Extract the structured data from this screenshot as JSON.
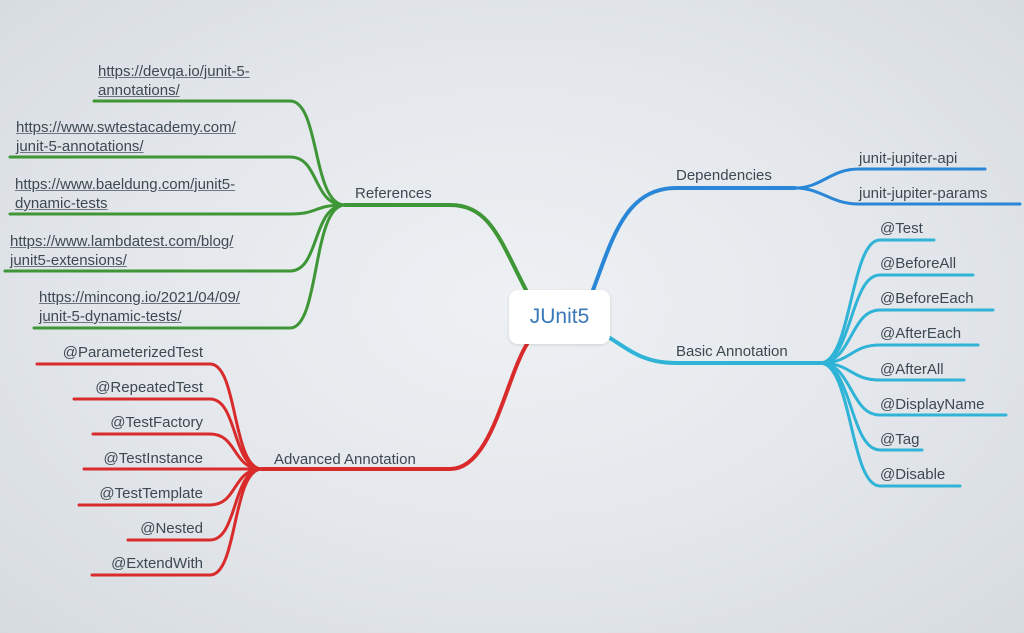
{
  "root": {
    "label": "JUnit5"
  },
  "branches": {
    "dependencies": {
      "label": "Dependencies",
      "color": "#2a86d6",
      "items": [
        "junit-jupiter-api",
        "junit-jupiter-params"
      ]
    },
    "basic": {
      "label": "Basic Annotation",
      "color": "#2fb3d6",
      "items": [
        "@Test",
        "@BeforeAll",
        "@BeforeEach",
        "@AfterEach",
        "@AfterAll",
        "@DisplayName",
        "@Tag",
        "@Disable"
      ]
    },
    "references": {
      "label": "References",
      "color": "#3e9637",
      "items": [
        {
          "line1": "https://devqa.io/junit-5-",
          "line2": "annotations/"
        },
        {
          "line1": "https://www.swtestacademy.com/",
          "line2": "junit-5-annotations/"
        },
        {
          "line1": "https://www.baeldung.com/junit5-",
          "line2": "dynamic-tests"
        },
        {
          "line1": "https://www.lambdatest.com/blog/",
          "line2": "junit5-extensions/"
        },
        {
          "line1": "https://mincong.io/2021/04/09/",
          "line2": "junit-5-dynamic-tests/"
        }
      ]
    },
    "advanced": {
      "label": "Advanced Annotation",
      "color": "#d92b2b",
      "items": [
        "@ParameterizedTest",
        "@RepeatedTest",
        "@TestFactory",
        "@TestInstance",
        "@TestTemplate",
        "@Nested",
        "@ExtendWith"
      ]
    }
  }
}
